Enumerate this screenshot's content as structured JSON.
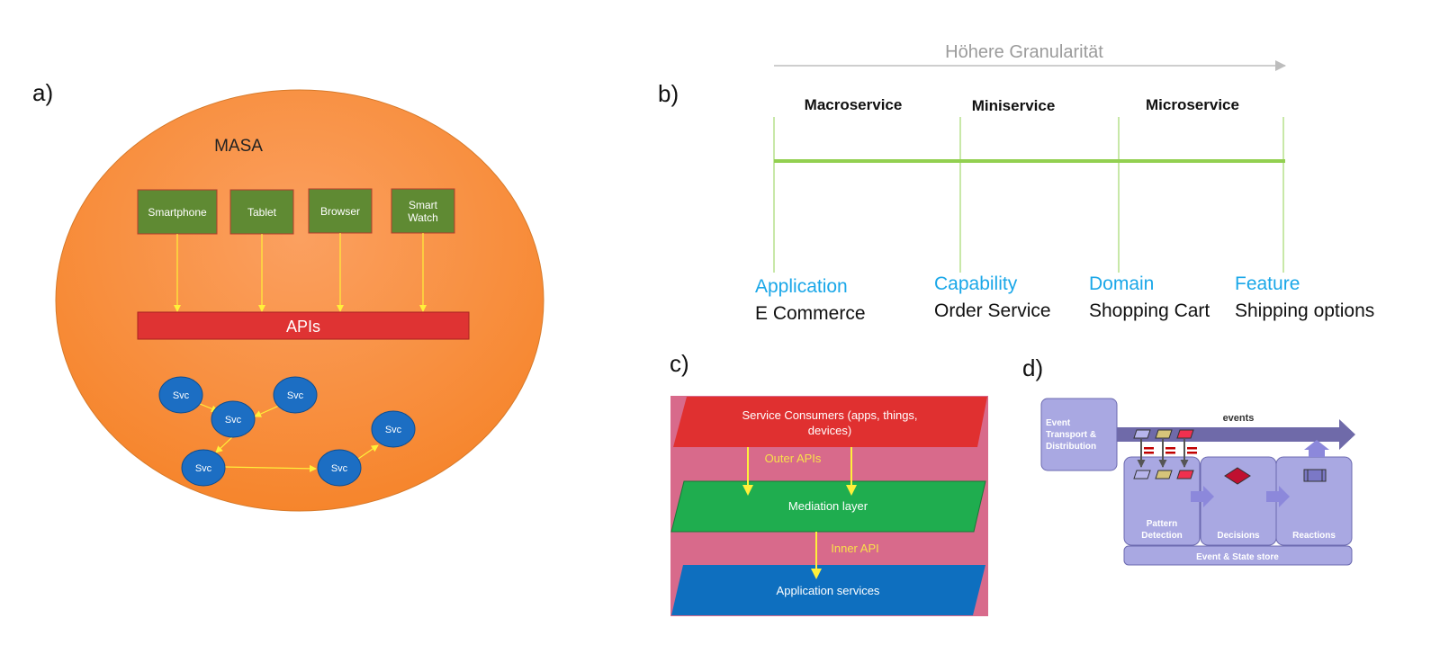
{
  "colors": {
    "orange_light": "#fba060",
    "orange_dark": "#f6852c",
    "device_green": "#5f8a33",
    "api_red": "#df3333",
    "svc_blue": "#1c6ec3",
    "connector_yellow": "#fff03a",
    "granularity_gray": "#9b9b9b",
    "timeline_green": "#92d050",
    "level_blue": "#1aa7e8",
    "consumer_red": "#e03030",
    "mediation_green": "#1fad4f",
    "app_services_blue": "#0e6fbf",
    "pink_background": "#d86a8b",
    "label_yellow": "#f8e14a",
    "event_purple": "#a9a8e2",
    "event_dark_purple": "#6f6aa9",
    "event_border": "#6c6ab0",
    "dark_red": "#c00000"
  },
  "panel_a": {
    "label": "a)",
    "title": "MASA",
    "devices": [
      {
        "label_lines": [
          "Smartphone"
        ]
      },
      {
        "label_lines": [
          "Tablet"
        ]
      },
      {
        "label_lines": [
          "Browser"
        ]
      },
      {
        "label_lines": [
          "Smart",
          "Watch"
        ]
      }
    ],
    "api_bar_label": "APIs",
    "services": [
      {
        "label": "Svc"
      },
      {
        "label": "Svc"
      },
      {
        "label": "Svc"
      },
      {
        "label": "Svc"
      },
      {
        "label": "Svc"
      },
      {
        "label": "Svc"
      }
    ]
  },
  "panel_b": {
    "label": "b)",
    "granularity_label": "Höhere Granularität",
    "service_types": [
      "Macroservice",
      "Miniservice",
      "Microservice"
    ],
    "levels": [
      {
        "level": "Application",
        "example": "E Commerce"
      },
      {
        "level": "Capability",
        "example": "Order Service"
      },
      {
        "level": "Domain",
        "example": "Shopping Cart"
      },
      {
        "level": "Feature",
        "example": "Shipping options"
      }
    ]
  },
  "panel_c": {
    "label": "c)",
    "consumers_lines": [
      "Service Consumers (apps, things,",
      "devices)"
    ],
    "outer_apis_label": "Outer APIs",
    "mediation_label": "Mediation layer",
    "inner_api_label": "Inner API",
    "app_services_label": "Application services"
  },
  "panel_d": {
    "label": "d)",
    "transport_lines": [
      "Event",
      "Transport &",
      "Distribution"
    ],
    "events_label": "events",
    "stages": [
      {
        "label_lines": [
          "Pattern",
          "Detection"
        ]
      },
      {
        "label_lines": [
          "Decisions"
        ]
      },
      {
        "label_lines": [
          "Reactions"
        ]
      }
    ],
    "store_label": "Event & State store"
  }
}
